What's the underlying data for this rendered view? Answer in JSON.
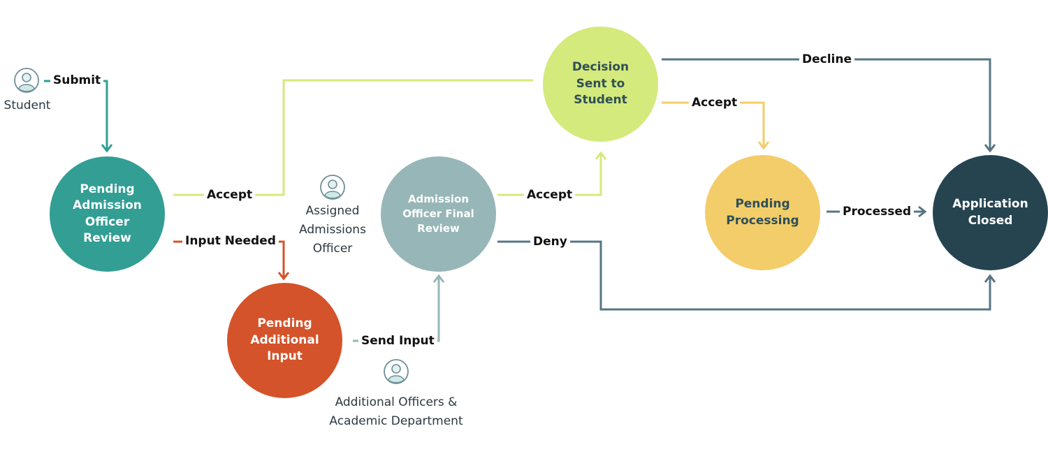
{
  "colors": {
    "teal": "#329e94",
    "orange": "#d4532a",
    "gray_teal": "#97b6b7",
    "lime": "#d4ea7c",
    "yellow": "#f3cd69",
    "dark_slate": "#254450",
    "edge_slate": "#567583"
  },
  "nodes": {
    "pending_review": "Pending\nAdmission\nOfficer\nReview",
    "pending_input": "Pending\nAdditional\nInput",
    "final_review": "Admission\nOfficer Final\nReview",
    "decision": "Decision\nSent to\nStudent",
    "processing": "Pending\nProcessing",
    "closed": "Application\nClosed"
  },
  "edges": {
    "submit": "Submit",
    "accept_1": "Accept",
    "input_needed": "Input Needed",
    "send_input": "Send Input",
    "accept_2": "Accept",
    "deny": "Deny",
    "decline": "Decline",
    "accept_3": "Accept",
    "processed": "Processed"
  },
  "actors": {
    "student": {
      "name": "Student",
      "icon": "user-icon"
    },
    "assigned_officer": {
      "name": "Assigned\nAdmissions\nOfficer",
      "icon": "user-icon"
    },
    "additional_officers": {
      "name": "Additional Officers &\nAcademic Department",
      "icon": "user-icon"
    }
  }
}
